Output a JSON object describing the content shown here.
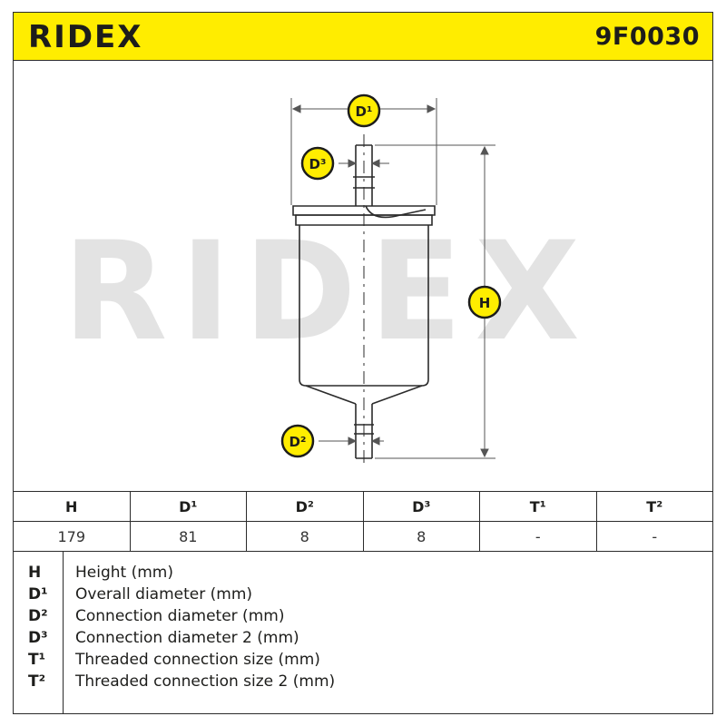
{
  "header": {
    "brand": "RIDEX",
    "part_number": "9F0030",
    "background_color": "#ffed00"
  },
  "diagram": {
    "watermark": "RIDEX",
    "callouts": {
      "d1": "D¹",
      "d3": "D³",
      "h": "H",
      "d2": "D²"
    },
    "callout_color": "#ffed00"
  },
  "spec_table": {
    "headers": [
      "H",
      "D¹",
      "D²",
      "D³",
      "T¹",
      "T²"
    ],
    "values": [
      "179",
      "81",
      "8",
      "8",
      "-",
      "-"
    ]
  },
  "legend": [
    {
      "code": "H",
      "description": "Height (mm)"
    },
    {
      "code": "D¹",
      "description": "Overall diameter (mm)"
    },
    {
      "code": "D²",
      "description": "Connection diameter (mm)"
    },
    {
      "code": "D³",
      "description": "Connection diameter 2 (mm)"
    },
    {
      "code": "T¹",
      "description": "Threaded connection size (mm)"
    },
    {
      "code": "T²",
      "description": "Threaded connection size 2 (mm)"
    }
  ]
}
